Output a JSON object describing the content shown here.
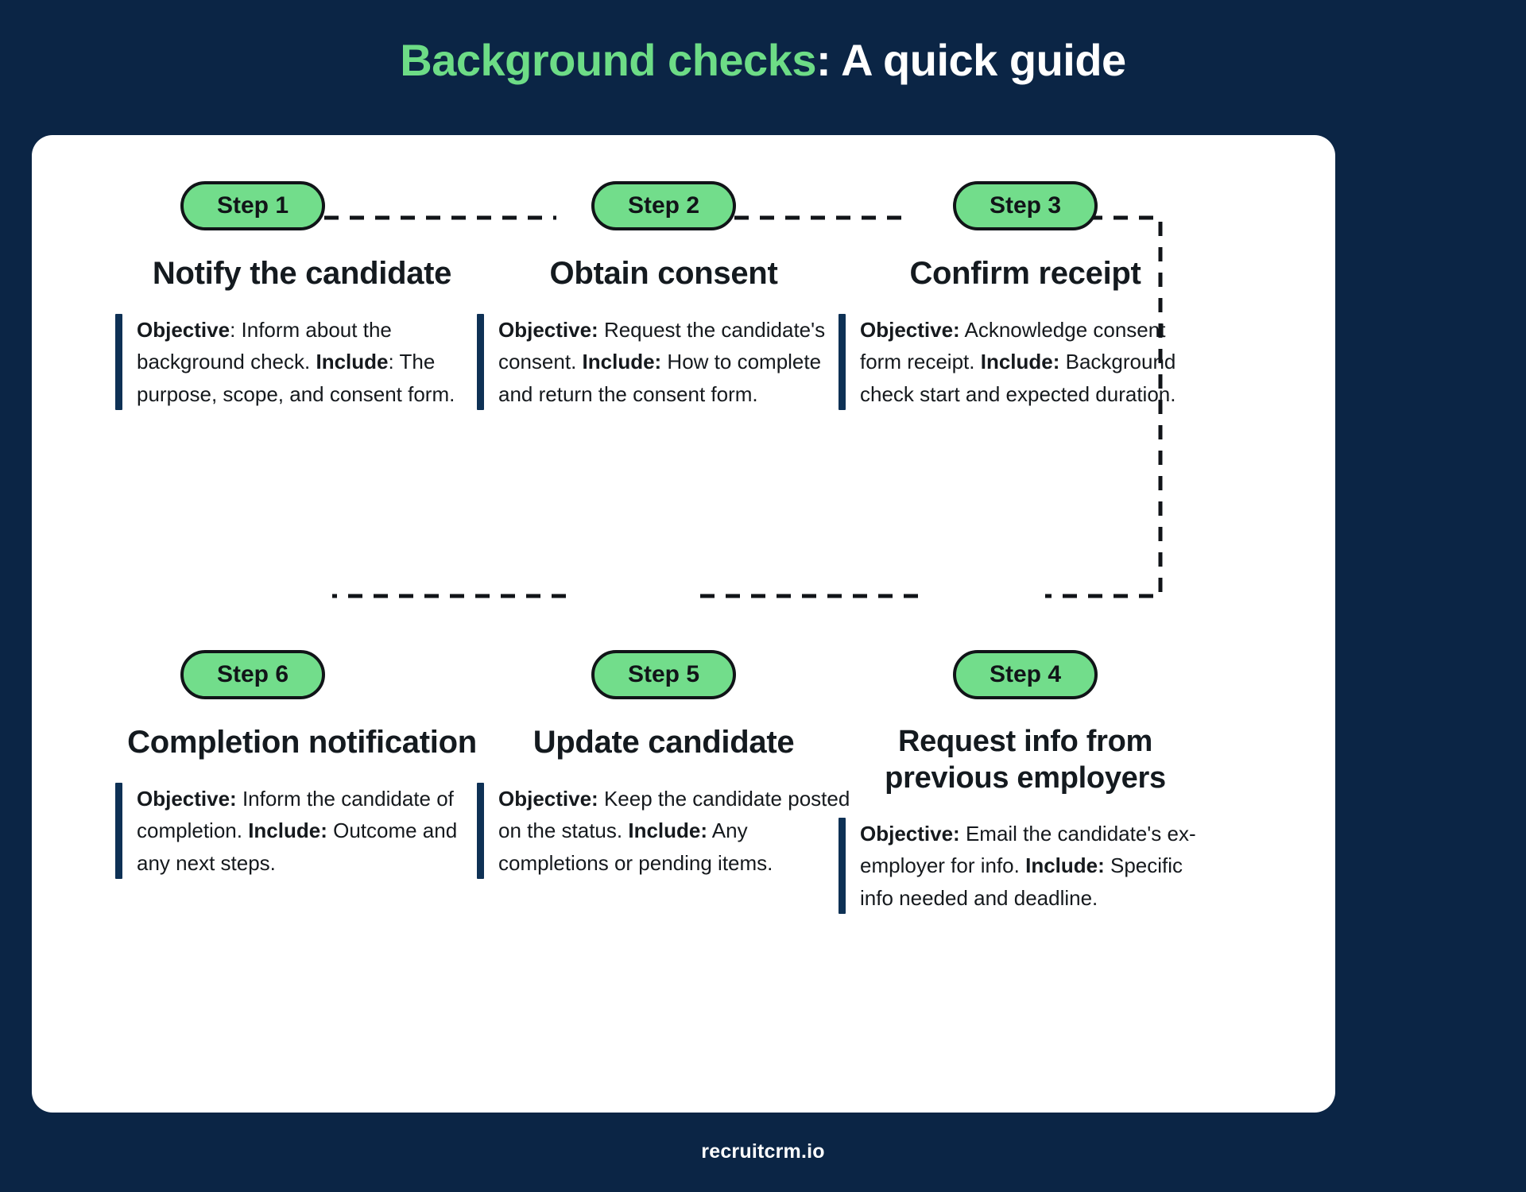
{
  "title": {
    "highlight": "Background checks",
    "rest": ": A quick guide"
  },
  "colors": {
    "background": "#0b2545",
    "card": "#ffffff",
    "badge_green": "#72dd8b",
    "title_green": "#6ddc86",
    "accent_navy": "#0e3155",
    "text_dark": "#141a1f"
  },
  "steps": [
    {
      "badge": "Step 1",
      "heading": "Notify the candidate",
      "objective_label": "Objective",
      "objective_sep": ":",
      "objective_text": " Inform about the background check.",
      "include_label": "Include",
      "include_sep": ":",
      "include_text": " The purpose, scope, and consent form."
    },
    {
      "badge": "Step 2",
      "heading": "Obtain consent",
      "objective_label": "Objective:",
      "objective_sep": "",
      "objective_text": " Request the candidate's consent.",
      "include_label": "Include:",
      "include_sep": "",
      "include_text": " How to complete and return the consent form."
    },
    {
      "badge": "Step 3",
      "heading": "Confirm receipt",
      "objective_label": "Objective:",
      "objective_sep": "",
      "objective_text": " Acknowledge consent form receipt.",
      "include_label": "Include:",
      "include_sep": "",
      "include_text": " Background check start and expected duration."
    },
    {
      "badge": "Step 6",
      "heading": "Completion notification",
      "objective_label": "Objective:",
      "objective_sep": "",
      "objective_text": " Inform the candidate of completion.",
      "include_label": "Include:",
      "include_sep": "",
      "include_text": " Outcome and any next steps."
    },
    {
      "badge": "Step 5",
      "heading": "Update candidate",
      "objective_label": "Objective:",
      "objective_sep": "",
      "objective_text": " Keep the candidate posted on the status.",
      "include_label": "Include:",
      "include_sep": "",
      "include_text": " Any completions or pending items."
    },
    {
      "badge": "Step 4",
      "heading": "Request info from previous employers",
      "objective_label": "Objective:",
      "objective_sep": "",
      "objective_text": " Email the candidate's ex-employer for info.",
      "include_label": "Include:",
      "include_sep": "",
      "include_text": " Specific info needed and deadline."
    }
  ],
  "footer": {
    "brand": "recruitcrm.io"
  }
}
